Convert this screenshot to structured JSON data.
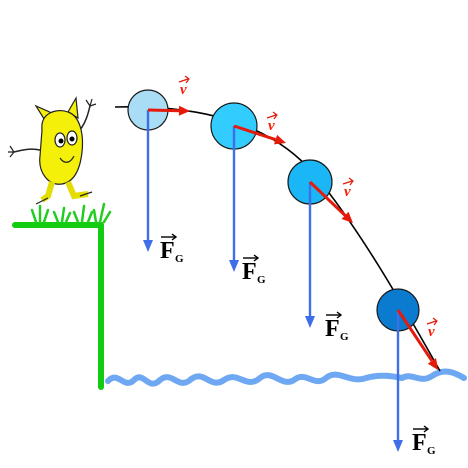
{
  "colors": {
    "ground": "#11cc11",
    "grass": "#22cc22",
    "water": "#6fa8f2",
    "trajectory": "#000000",
    "gravity_arrow": "#3f6fe8",
    "velocity_arrow": "#e51a0a",
    "creature_body": "#f5f00a",
    "ball_colors": [
      "#a9dcf5",
      "#33ccff",
      "#1ab6f5",
      "#0b7bd0"
    ]
  },
  "balls": [
    {
      "gravity_label": "F",
      "gravity_sub": "G",
      "velocity_label": "v"
    },
    {
      "gravity_label": "F",
      "gravity_sub": "G",
      "velocity_label": "v"
    },
    {
      "gravity_label": "F",
      "gravity_sub": "G",
      "velocity_label": "v"
    },
    {
      "gravity_label": "F",
      "gravity_sub": "G",
      "velocity_label": "v"
    }
  ],
  "icons": {
    "creature": "yellow-cartoon-creature-icon",
    "grass": "grass-tuft-icon"
  }
}
